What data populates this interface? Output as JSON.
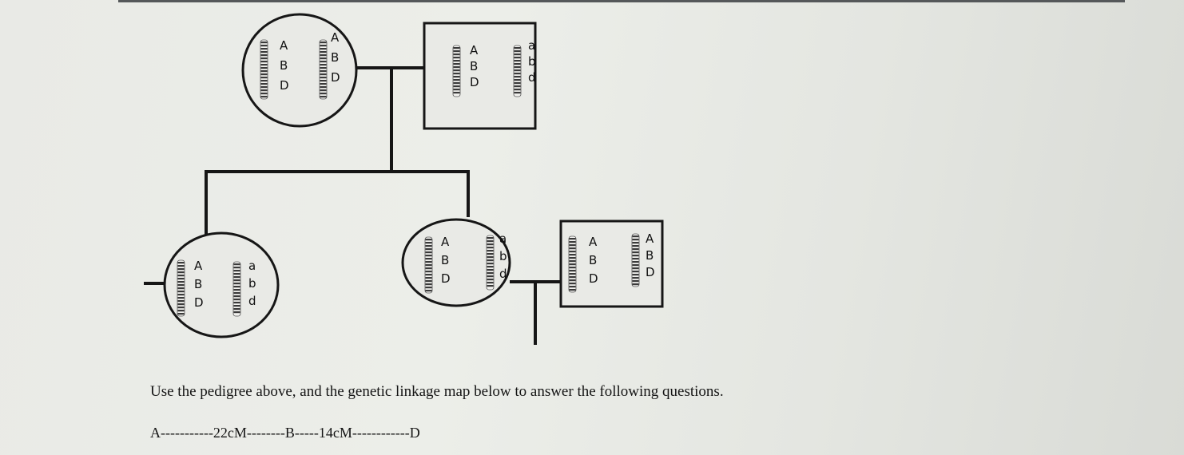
{
  "individuals": [
    {
      "id": "grandmother",
      "shape": "circle",
      "chromosome_1": [
        "A",
        "B",
        "D"
      ],
      "chromosome_2": [
        "A",
        "B",
        "D"
      ]
    },
    {
      "id": "grandfather",
      "shape": "square",
      "chromosome_1": [
        "A",
        "B",
        "D"
      ],
      "chromosome_2": [
        "a",
        "b",
        "d"
      ]
    },
    {
      "id": "daughter-left",
      "shape": "circle",
      "chromosome_1": [
        "A",
        "B",
        "D"
      ],
      "chromosome_2": [
        "a",
        "b",
        "d"
      ]
    },
    {
      "id": "daughter-right",
      "shape": "circle",
      "chromosome_1": [
        "A",
        "B",
        "D"
      ],
      "chromosome_2": [
        "a",
        "b",
        "d"
      ]
    },
    {
      "id": "spouse",
      "shape": "square",
      "chromosome_1": [
        "A",
        "B",
        "D"
      ],
      "chromosome_2": [
        "A",
        "B",
        "D"
      ]
    }
  ],
  "instruction": "Use the pedigree above, and the genetic linkage map below to answer the following questions.",
  "linkage_map": "A-----------22cM--------B-----14cM------------D",
  "colors": {
    "line": "#161616",
    "chromosome_band": "#3a3a3a"
  }
}
